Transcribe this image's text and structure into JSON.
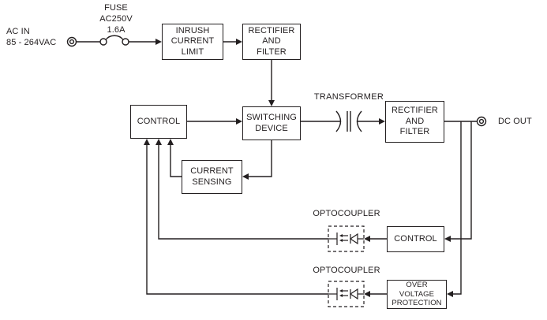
{
  "diagram": {
    "ac_input": {
      "label": "AC IN\n85 - 264VAC"
    },
    "fuse": {
      "label": "FUSE\nAC250V\n1.6A"
    },
    "blocks": {
      "inrush": "INRUSH\nCURRENT\nLIMIT",
      "rectifier_filter_1": "RECTIFIER\nAND\nFILTER",
      "control_primary": "CONTROL",
      "switching_device": "SWITCHING\nDEVICE",
      "rectifier_filter_2": "RECTIFIER\nAND\nFILTER",
      "current_sensing": "CURRENT\nSENSING",
      "control_secondary": "CONTROL",
      "over_voltage_protection": "OVER VOLTAGE\nPROTECTION"
    },
    "labels": {
      "transformer": "TRANSFORMER",
      "optocoupler_1": "OPTOCOUPLER",
      "optocoupler_2": "OPTOCOUPLER",
      "dc_out": "DC OUT"
    },
    "colors": {
      "line": "#231f20",
      "background": "#ffffff"
    }
  }
}
